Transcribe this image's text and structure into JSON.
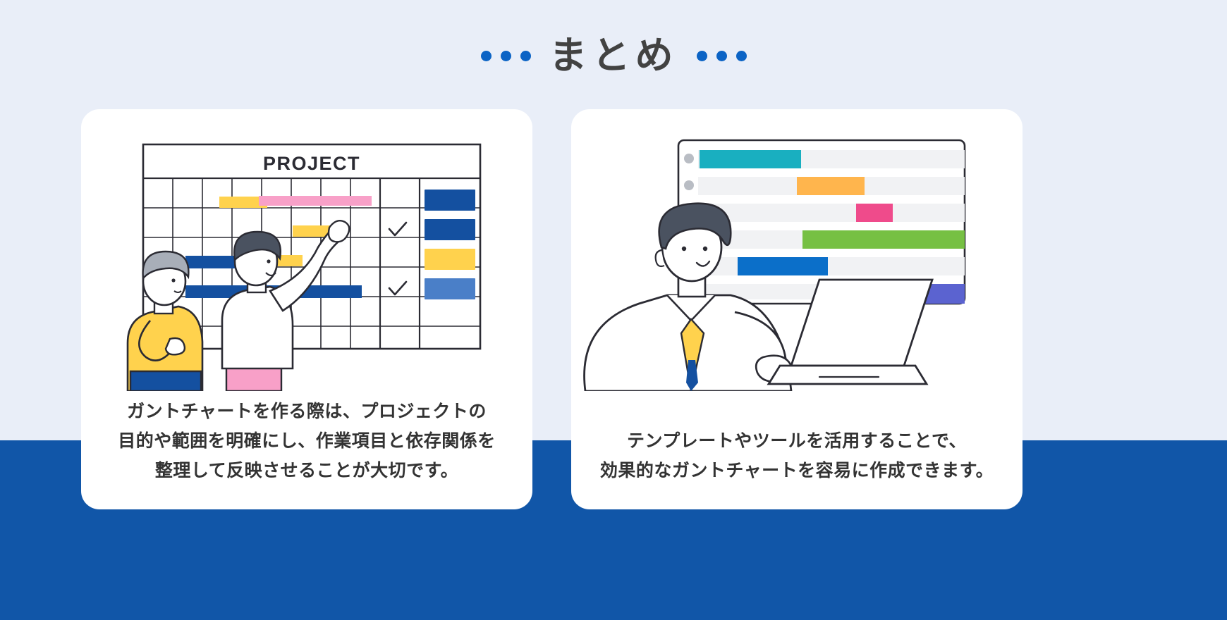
{
  "page": {
    "background_top_color": "#e9eef8",
    "background_bottom_color": "#1156a8"
  },
  "header": {
    "title": "まとめ",
    "dot_color": "#0b63c5",
    "dots_left_count": 3,
    "dots_right_count": 3,
    "title_color": "#424242"
  },
  "cards": [
    {
      "id": "summary-card-1",
      "illustration_name": "people-reviewing-project-gantt-board-illustration",
      "illustration_label": "PROJECT",
      "caption_lines": [
        "ガントチャートを作る際は、プロジェクトの",
        "目的や範囲を明確にし、作業項目と依存関係を",
        "整理して反映させることが大切です。"
      ],
      "board": {
        "heading": "PROJECT",
        "bars": [
          {
            "color": "#1450a0",
            "label": "task-bar-navy-1"
          },
          {
            "color": "#ffd24d",
            "label": "task-bar-yellow-1"
          },
          {
            "color": "#f8a0c8",
            "label": "task-bar-pink-1"
          },
          {
            "color": "#4a7fc8",
            "label": "task-bar-blue-1"
          }
        ],
        "check_marks": 2
      }
    },
    {
      "id": "summary-card-2",
      "illustration_name": "person-at-laptop-with-gantt-chart-screen-illustration",
      "illustration_label": "",
      "caption_lines": [
        "テンプレートやツールを活用することで、",
        "効果的なガントチャートを容易に作成できます。"
      ],
      "screen": {
        "bars": [
          {
            "color": "#19afc0",
            "label": "gantt-bar-teal"
          },
          {
            "color": "#ffb54d",
            "label": "gantt-bar-orange"
          },
          {
            "color": "#ef4b8b",
            "label": "gantt-bar-pink"
          },
          {
            "color": "#76c043",
            "label": "gantt-bar-green"
          },
          {
            "color": "#0b6fc9",
            "label": "gantt-bar-blue"
          },
          {
            "color": "#5b63d0",
            "label": "gantt-bar-purple"
          }
        ]
      }
    }
  ],
  "palette": {
    "navy": "#1450a0",
    "yellow": "#ffd24d",
    "pink": "#f8a0c8",
    "blue": "#4a7fc8",
    "ink": "#2b2b33",
    "skin": "#ffffff",
    "hair": "#4a5260"
  }
}
